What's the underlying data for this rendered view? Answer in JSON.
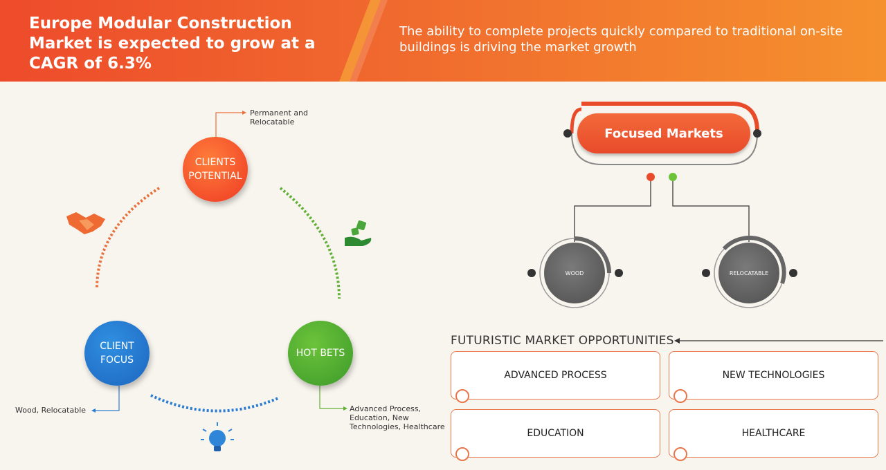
{
  "header": {
    "title": "Europe Modular Construction Market is expected to grow at a CAGR of 6.3%",
    "subtitle": "The ability to complete projects quickly compared to traditional on-site buildings is driving the market growth"
  },
  "cycle": {
    "potential": {
      "label": "CLIENTS POTENTIAL",
      "detail": "Permanent and Relocatable"
    },
    "focus": {
      "label": "CLIENT FOCUS",
      "detail": "Wood, Relocatable"
    },
    "hot": {
      "label": "HOT BETS",
      "detail": "Advanced Process, Education, New Technologies, Healthcare"
    }
  },
  "focused": {
    "title": "Focused Markets",
    "left": "WOOD",
    "right": "RELOCATABLE"
  },
  "opportunities": {
    "title": "FUTURISTIC MARKET OPPORTUNITIES",
    "items": [
      "ADVANCED PROCESS",
      "NEW TECHNOLOGIES",
      "EDUCATION",
      "HEALTHCARE"
    ]
  },
  "colors": {
    "orange": "#ee4b2b",
    "blue": "#1e66c0",
    "green": "#3c9a2a",
    "grey": "#555555"
  },
  "icons": [
    "handshake-icon",
    "money-dice-icon",
    "lightbulb-icon"
  ]
}
